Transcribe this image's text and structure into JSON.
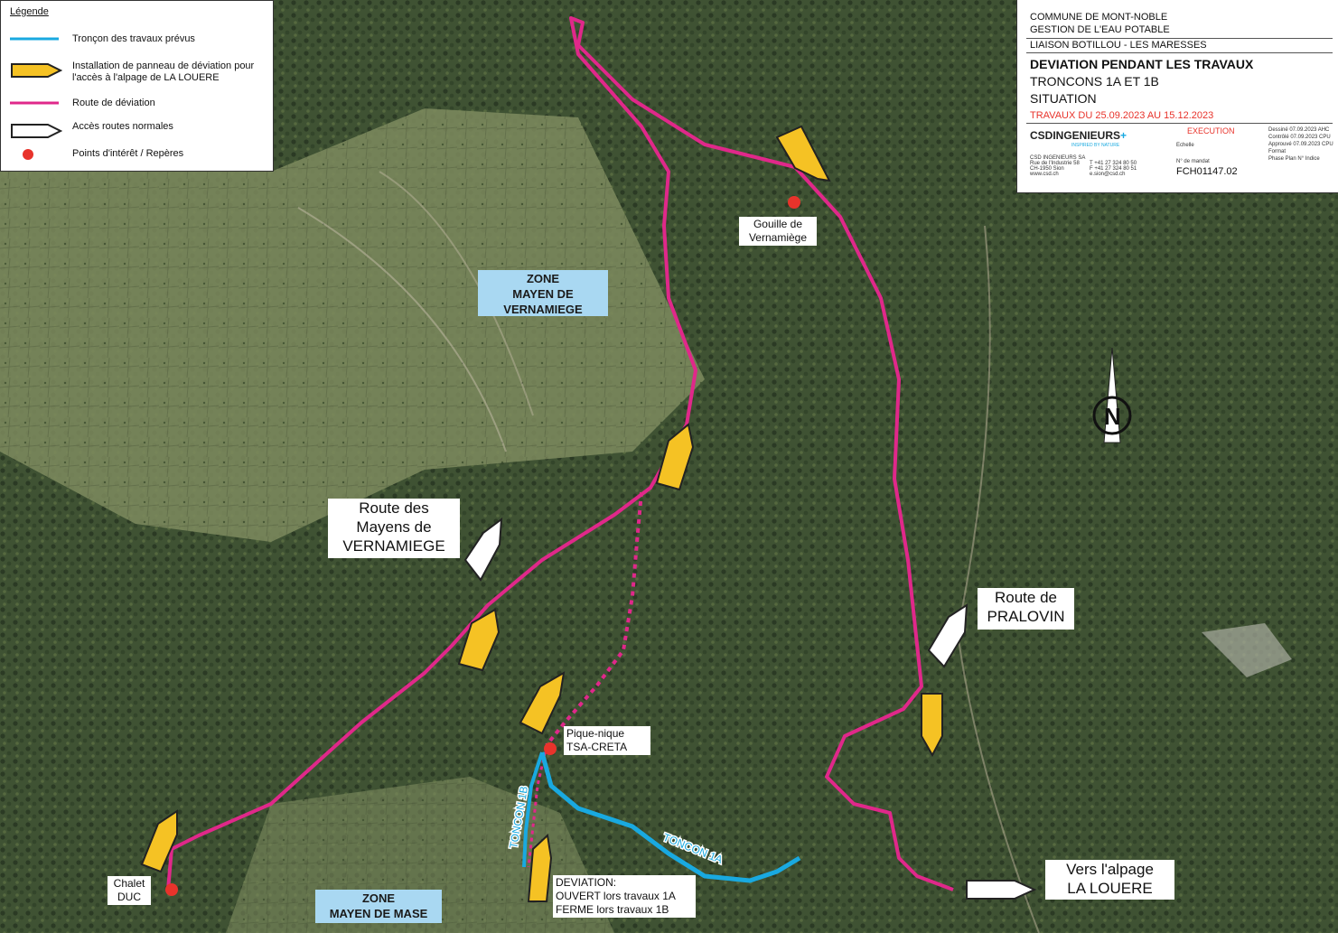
{
  "legend": {
    "title": "Légende",
    "items": [
      {
        "label": "Tronçon des travaux prévus",
        "symbol": "cyan-line-icon"
      },
      {
        "label": "Installation de panneau de déviation pour l'accès à l'alpage de LA LOUERE",
        "symbol": "yellow-arrow-icon"
      },
      {
        "label": "Route de déviation",
        "symbol": "magenta-line-icon"
      },
      {
        "label": "Accès routes normales",
        "symbol": "white-arrow-icon"
      },
      {
        "label": "Points d'intérêt / Repères",
        "symbol": "red-dot-icon"
      }
    ]
  },
  "title_block": {
    "commune": "COMMUNE DE MONT-NOBLE",
    "service": "GESTION DE L'EAU POTABLE",
    "liaison": "LIAISON BOTILLOU - LES MARESSES",
    "heading": "DEVIATION PENDANT LES TRAVAUX",
    "troncons": "TRONCONS 1A ET 1B",
    "situation": "SITUATION",
    "dates": "TRAVAUX DU 25.09.2023 AU 15.12.2023",
    "company": "CSDINGENIEURS",
    "tagline": "INSPIRED BY NATURE",
    "execution": "EXECUTION",
    "mandate": "FCH01147.02",
    "address": [
      "CSD INGENIEURS SA",
      "Rue de l'Industrie 58",
      "CH-1950 Sion",
      "www.csd.ch"
    ],
    "phone": [
      "T +41 27 324 80 50",
      "F +41 27 324 80 51",
      "e.sion@csd.ch"
    ],
    "meta_left": [
      "Echelle",
      "N° de mandat"
    ],
    "meta_right": [
      "Dessiné 07.09.2023 AHC",
      "Contrôlé 07.09.2023 CPU",
      "Approuvé 07.09.2023 CPU",
      "Format",
      "Phase Plan N° Indice"
    ]
  },
  "labels": {
    "route_vernamiege": [
      "Route des",
      "Mayens de",
      "VERNAMIEGE"
    ],
    "route_pralovin": [
      "Route de",
      "PRALOVIN"
    ],
    "alpage": [
      "Vers l'alpage",
      "LA LOUERE"
    ],
    "zone_vernamiege": [
      "ZONE",
      "MAYEN DE",
      "VERNAMIEGE"
    ],
    "zone_mase": [
      "ZONE",
      "MAYEN DE MASE"
    ],
    "gouille": [
      "Gouille de",
      "Vernamiège"
    ],
    "pique_nique": [
      "Pique-nique",
      "TSA-CRETA"
    ],
    "chalet": [
      "Chalet",
      "DUC"
    ],
    "deviation": [
      "DEVIATION:",
      "OUVERT lors travaux 1A",
      "FERME lors travaux 1B"
    ],
    "troncon_1a": "TONCON 1A",
    "troncon_1b": "TONCON 1B",
    "north": "N"
  },
  "colors": {
    "cyan": "#19a9e0",
    "magenta": "#e0288a",
    "yellow": "#f5c224",
    "red": "#e8332b",
    "zone": "#a9d8f2"
  }
}
